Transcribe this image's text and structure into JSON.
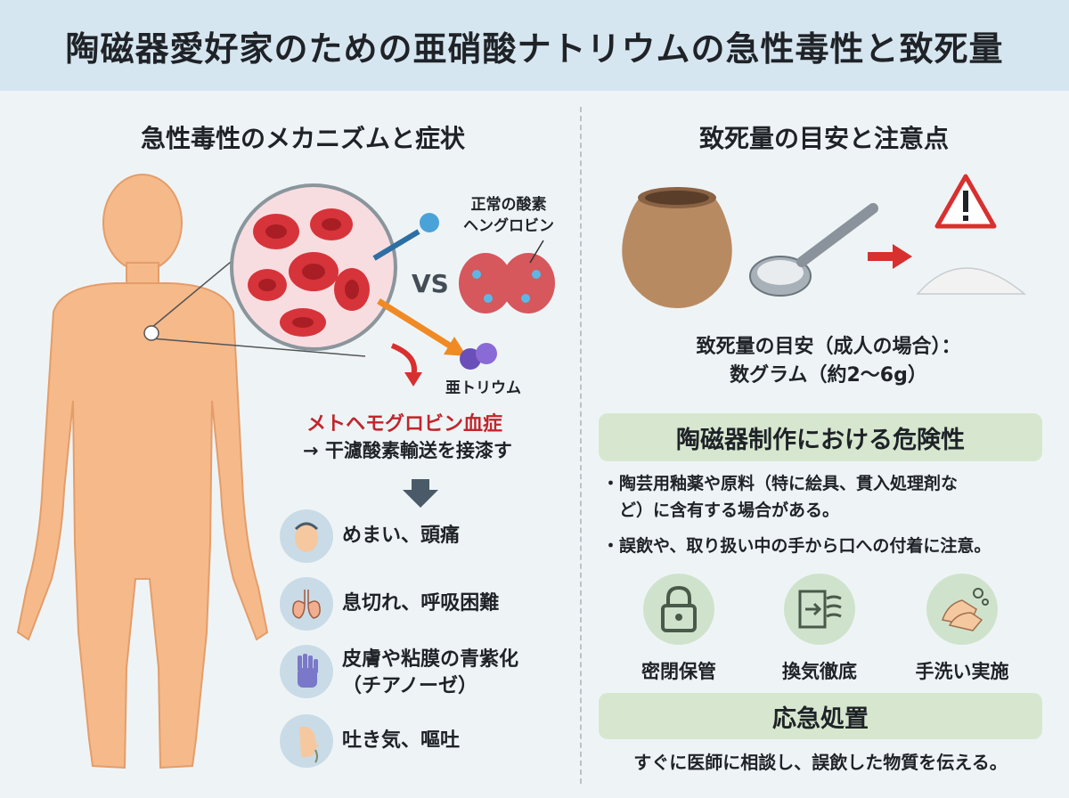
{
  "title": "陶磁器愛好家のための亜硝酸ナトリウムの急性毒性と致死量",
  "left": {
    "heading": "急性毒性のメカニズムと症状",
    "normal_hb_label_line1": "正常の酸素",
    "normal_hb_label_line2": "ヘングロビン",
    "vs": "VS",
    "nitrite_label": "亜トリウム",
    "condition": "メトヘモグロビン血症",
    "condition_effect": "→ 干濾酸素輸送を接漆す",
    "symptoms": [
      {
        "icon": "head-pain-icon",
        "line1": "めまい、頭痛",
        "line2": ""
      },
      {
        "icon": "lungs-icon",
        "line1": "息切れ、呼吸困難",
        "line2": ""
      },
      {
        "icon": "blue-hand-icon",
        "line1": "皮膚や粘膜の青紫化",
        "line2": "（チアノーゼ）"
      },
      {
        "icon": "nausea-icon",
        "line1": "吐き気、嘔吐",
        "line2": ""
      }
    ]
  },
  "right": {
    "heading": "致死量の目安と注意点",
    "dose_line1": "致死量の目安（成人の場合）：",
    "dose_line2": "数グラム（約2〜6g）",
    "risk_heading": "陶磁器制作における危険性",
    "bullets": [
      {
        "line1": "・陶芸用釉薬や原料（特に絵具、貫入処理剤な",
        "line2": "　ど）に含有する場合がある。"
      },
      {
        "line1": "・誤飲や、取り扱い中の手から口への付着に注意。",
        "line2": ""
      }
    ],
    "precautions": [
      {
        "icon": "lock-icon",
        "label": "密閉保管"
      },
      {
        "icon": "ventilation-icon",
        "label": "換気徹底"
      },
      {
        "icon": "handwash-icon",
        "label": "手洗い実施"
      }
    ],
    "first_aid_heading": "応急処置",
    "first_aid_text": "すぐに医師に相談し、誤飲した物質を伝える。"
  }
}
